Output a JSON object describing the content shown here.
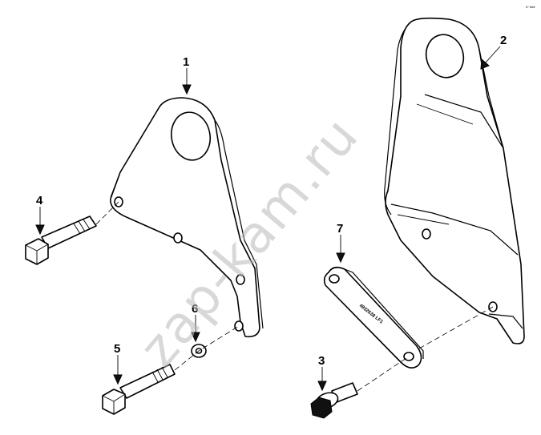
{
  "corner_code": "4* ###",
  "watermark": "zap-kam.ru",
  "bracket_marking": "4932638 LF1",
  "callouts": {
    "c1": "1",
    "c2": "2",
    "c3": "3",
    "c4": "4",
    "c5": "5",
    "c6": "6",
    "c7": "7"
  }
}
